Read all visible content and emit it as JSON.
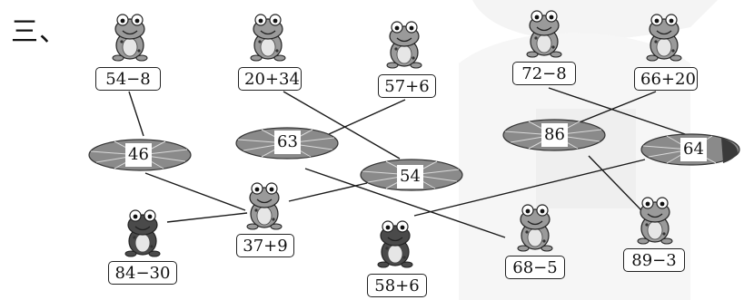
{
  "heading": "三、",
  "expressions": {
    "e1": "54−8",
    "e2": "20+34",
    "e3": "57+6",
    "e4": "72−8",
    "e5": "66+20",
    "e6": "37+9",
    "e7": "84−30",
    "e8": "58+6",
    "e9": "68−5",
    "e10": "89−3"
  },
  "answers": {
    "p1": "46",
    "p2": "63",
    "p3": "54",
    "p4": "86",
    "p5": "64"
  },
  "colors": {
    "line": "#1a1a1a",
    "pad": "#8a8a8a",
    "frog_light": "#9a9a9a",
    "frog_dark": "#4a4a4a"
  }
}
